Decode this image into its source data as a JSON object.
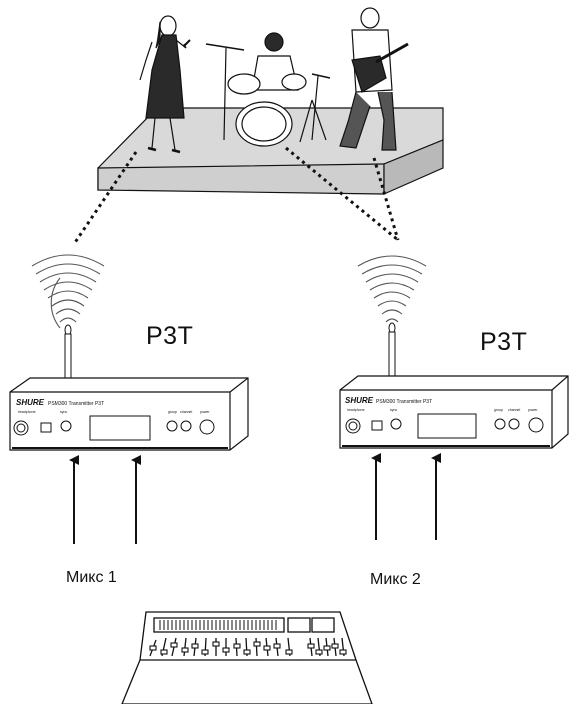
{
  "transmitters": [
    {
      "label": "P3T",
      "brand": "SHURE",
      "model": "PSM300 Transmitter P3T",
      "control_labels": [
        "headphone",
        "sync",
        "group",
        "channel",
        "power"
      ]
    },
    {
      "label": "P3T",
      "brand": "SHURE",
      "model": "PSM300 Transmitter P3T",
      "control_labels": [
        "headphone",
        "sync",
        "group",
        "channel",
        "power"
      ]
    }
  ],
  "mixes": [
    "Микс 1",
    "Микс 2"
  ],
  "icons": [
    "stage-icon",
    "singer-icon",
    "drummer-icon",
    "guitarist-icon",
    "wireless-signal-icon",
    "antenna-icon",
    "arrow-up-icon",
    "mixing-console-icon"
  ],
  "colors": {
    "stroke": "#111111",
    "stage_top": "#d8d8d8",
    "stage_front": "#bdbdbd",
    "console_fill": "#ffffff",
    "signal": "#555555"
  }
}
